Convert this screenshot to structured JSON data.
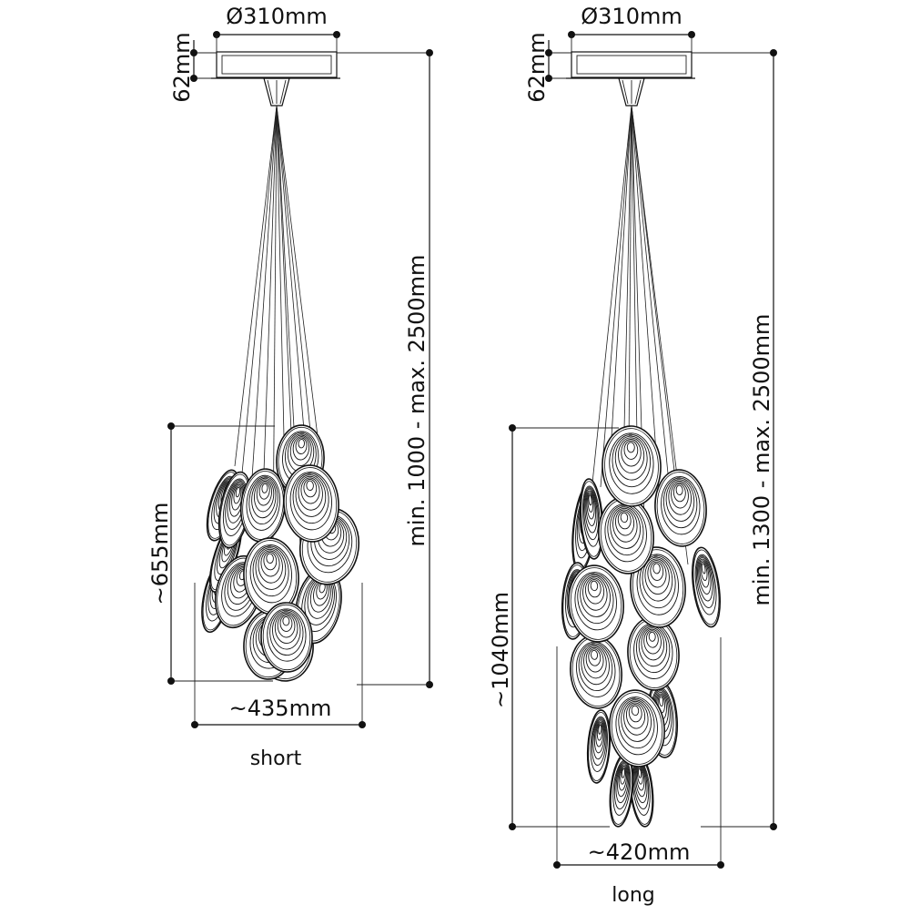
{
  "lamps": [
    {
      "id": "short",
      "canopy_diameter": "Ø310mm",
      "canopy_height": "62mm",
      "suspension_length": "min. 1000 - max. 2500mm",
      "cluster_height": "~655mm",
      "cluster_width": "~435mm",
      "caption": "short"
    },
    {
      "id": "long",
      "canopy_diameter": "Ø310mm",
      "canopy_height": "62mm",
      "suspension_length": "min. 1300 - max. 2500mm",
      "cluster_height": "~1040mm",
      "cluster_width": "~420mm",
      "caption": "long"
    }
  ],
  "colors": {
    "line": "#111111",
    "background": "#ffffff"
  }
}
